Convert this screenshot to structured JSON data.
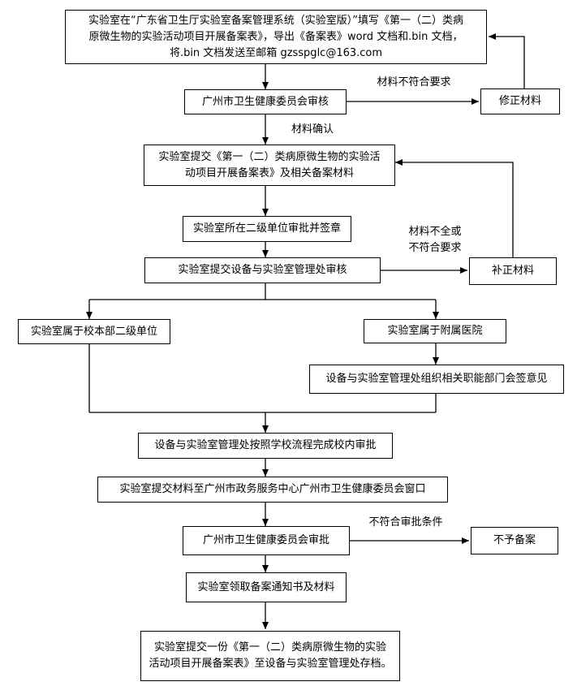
{
  "flowchart": {
    "nodes": {
      "fill_form": {
        "line1": "实验室在“广东省卫生厅实验室备案管理系统（实验室版）”填写《第一（二）类病",
        "line2": "原微生物的实验活动项目开展备案表》，导出《备案表》word 文档和.bin 文档，",
        "line3": "将.bin 文档发送至邮箱 gzsspglc@163.com"
      },
      "health_review": "广州市卫生健康委员会审核",
      "revise_materials": "修正材料",
      "submit_form": {
        "line1": "实验室提交《第一（二）类病原微生物的实验活",
        "line2": "动项目开展备案表》及相关备案材料"
      },
      "secondary_unit_approve": "实验室所在二级单位审批并签章",
      "equipment_dept_review": "实验室提交设备与实验室管理处审核",
      "supplement_materials": "补正材料",
      "campus_unit": "实验室属于校本部二级单位",
      "affiliated_hospital": "实验室属于附属医院",
      "joint_opinion": "设备与实验室管理处组织相关职能部门会签意见",
      "internal_approval": "设备与实验室管理处按照学校流程完成校内审批",
      "submit_window": "实验室提交材料至广州市政务服务中心广州市卫生健康委员会窗口",
      "health_approval": "广州市卫生健康委员会审批",
      "not_filed": "不予备案",
      "receive_notice": "实验室领取备案通知书及材料",
      "archive": {
        "line1": "实验室提交一份《第一（二）类病原微生物的实验",
        "line2": "活动项目开展备案表》至设备与实验室管理处存档。"
      }
    },
    "edge_labels": {
      "not_meet_requirements": "材料不符合要求",
      "materials_confirmed": "材料确认",
      "incomplete_line1": "材料不全或",
      "incomplete_line2": "不符合要求",
      "not_meet_conditions": "不符合审批条件"
    }
  }
}
